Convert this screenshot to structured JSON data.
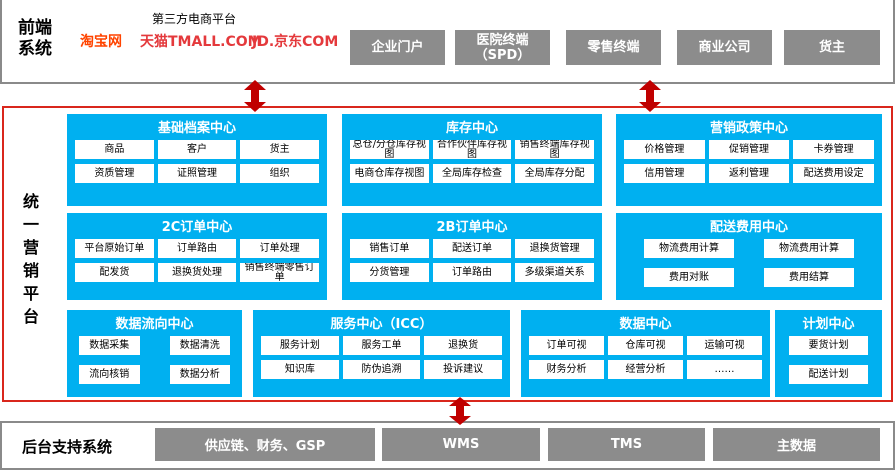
{
  "front": {
    "label": "前端系统",
    "third_party_title": "第三方电商平台",
    "logos": [
      "淘宝网",
      "天猫TMALL.COM",
      "JD.京东COM"
    ],
    "buttons": [
      "企业门户",
      "医院终端（SPD）",
      "零售终端",
      "商业公司",
      "货主"
    ]
  },
  "platform": {
    "label": "统一营销平台",
    "blocks": [
      {
        "title": "基础档案中心",
        "items": [
          "商品",
          "客户",
          "货主",
          "资质管理",
          "证照管理",
          "组织"
        ]
      },
      {
        "title": "库存中心",
        "items": [
          "总仓/分仓库存视图",
          "合作伙伴库存视图",
          "销售终端库存视图",
          "电商仓库存视图",
          "全局库存检查",
          "全局库存分配"
        ]
      },
      {
        "title": "营销政策中心",
        "items": [
          "价格管理",
          "促销管理",
          "卡券管理",
          "信用管理",
          "返利管理",
          "配送费用设定"
        ]
      },
      {
        "title": "2C订单中心",
        "items": [
          "平台原始订单",
          "订单路由",
          "订单处理",
          "配发货",
          "退换货处理",
          "销售终端零售订单"
        ]
      },
      {
        "title": "2B订单中心",
        "items": [
          "销售订单",
          "配送订单",
          "退换货管理",
          "分货管理",
          "订单路由",
          "多级渠道关系"
        ]
      },
      {
        "title": "配送费用中心",
        "items": [
          "物流费用计算",
          "物流费用计算",
          "费用对账",
          "费用结算"
        ]
      },
      {
        "title": "数据流向中心",
        "items": [
          "数据采集",
          "数据清洗",
          "流向核销",
          "数据分析"
        ]
      },
      {
        "title": "服务中心（ICC）",
        "items": [
          "服务计划",
          "服务工单",
          "退换货",
          "知识库",
          "防伪追溯",
          "投诉建议"
        ]
      },
      {
        "title": "数据中心",
        "items": [
          "订单可视",
          "仓库可视",
          "运输可视",
          "财务分析",
          "经营分析",
          "……"
        ]
      },
      {
        "title": "计划中心",
        "items": [
          "要货计划",
          "配送计划"
        ]
      }
    ]
  },
  "backend": {
    "label": "后台支持系统",
    "buttons": [
      "供应链、财务、GSP",
      "WMS",
      "TMS",
      "主数据"
    ]
  },
  "colors": {
    "block": "#00b0f0",
    "frame_red": "#d9261c",
    "button_gray": "#8c8c8c",
    "arrow": "#c00000"
  }
}
